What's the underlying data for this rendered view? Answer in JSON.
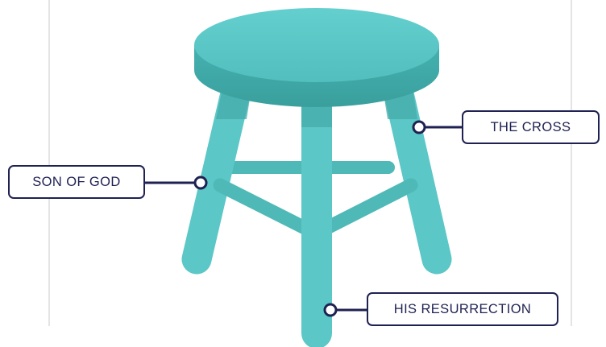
{
  "labels": {
    "left_leg": "SON OF GOD",
    "right_leg": "THE CROSS",
    "center_leg": "HIS RESURRECTION"
  },
  "colors": {
    "seat_top": "#5bc7c6",
    "seat_side": "#3eaaa8",
    "leg": "#5bc7c6",
    "leg_shadow": "#44aba9",
    "label_border": "#1f2152",
    "frame": "#e4e4e4"
  }
}
